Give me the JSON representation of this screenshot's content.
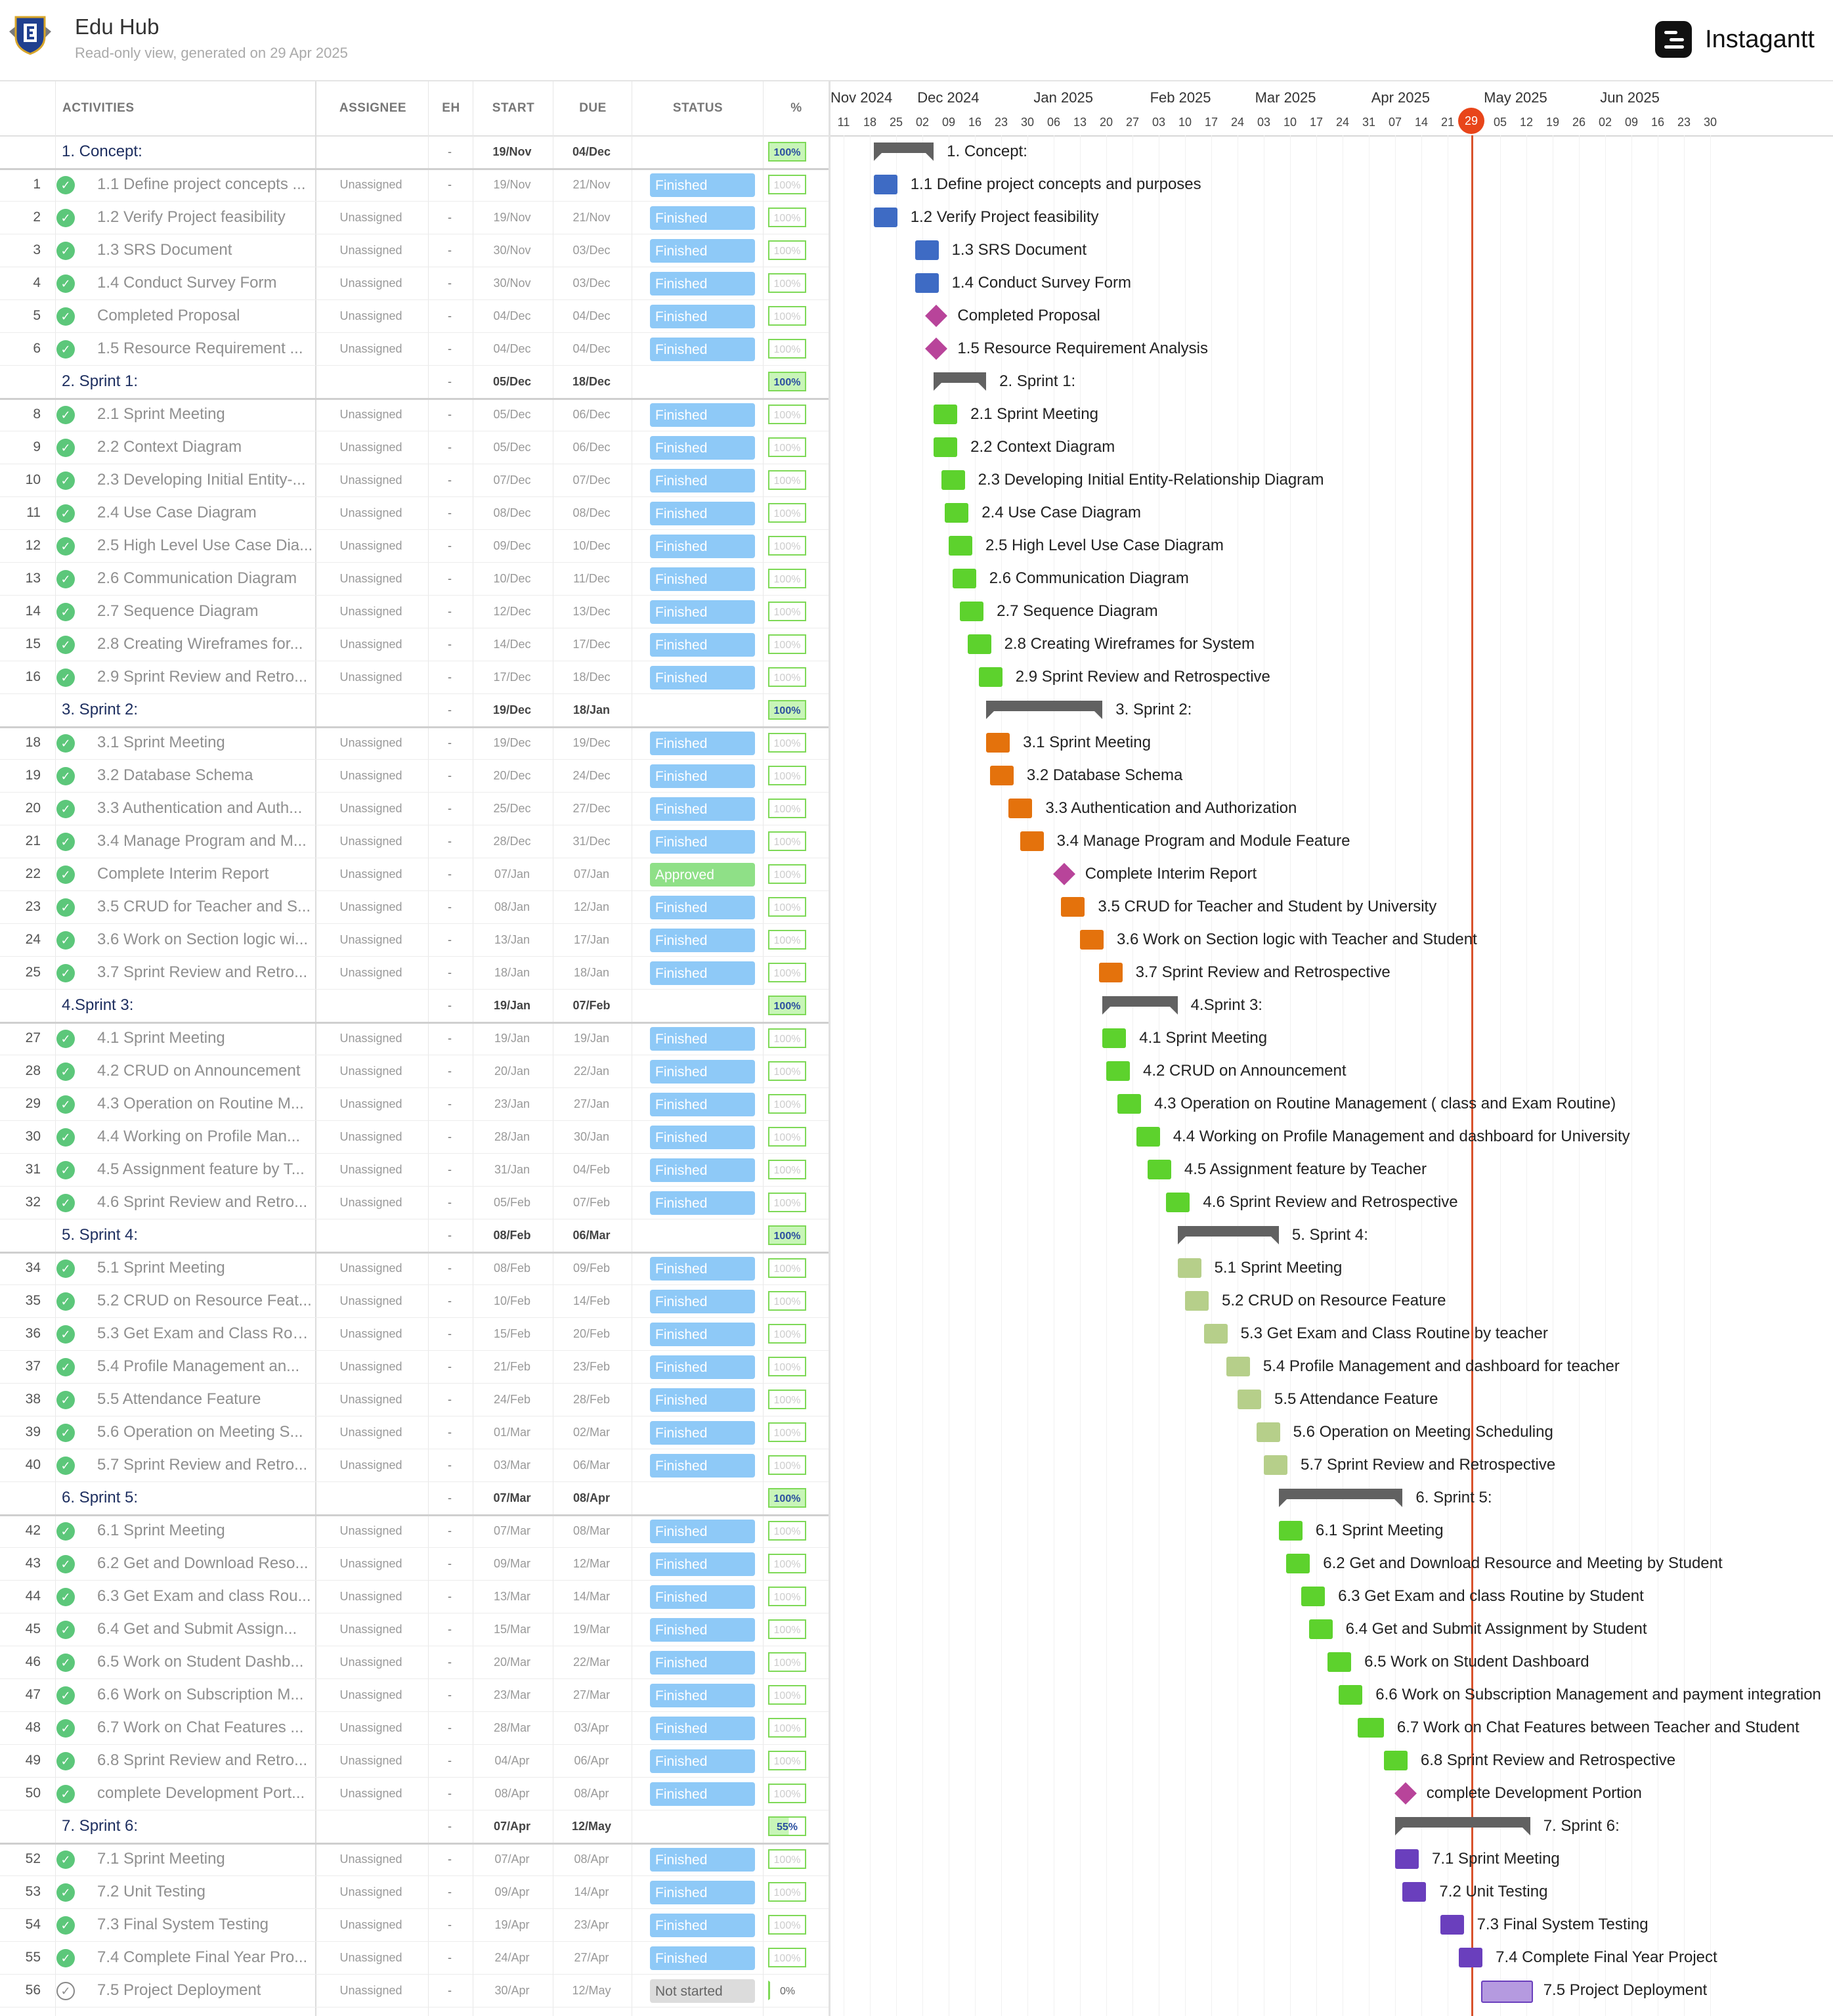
{
  "header": {
    "title": "Edu Hub",
    "subtitle": "Read-only view, generated on 29 Apr 2025",
    "brand": "Instagantt"
  },
  "columns": {
    "activities": "ACTIVITIES",
    "assignee": "ASSIGNEE",
    "eh": "EH",
    "start": "START",
    "due": "DUE",
    "status": "STATUS",
    "percent": "%"
  },
  "timeline": {
    "months": [
      "Nov 2024",
      "Dec 2024",
      "Jan 2025",
      "Feb 2025",
      "Mar 2025",
      "Apr 2025",
      "May 2025",
      "Jun 2025"
    ],
    "days": [
      "11",
      "18",
      "25",
      "02",
      "09",
      "16",
      "23",
      "30",
      "06",
      "13",
      "20",
      "27",
      "03",
      "10",
      "17",
      "24",
      "03",
      "10",
      "17",
      "24",
      "31",
      "07",
      "14",
      "21",
      "29",
      "05",
      "12",
      "19",
      "26",
      "02",
      "09",
      "16",
      "23",
      "30"
    ],
    "today": "29"
  },
  "colors": {
    "concept": "#3e6bc4",
    "sprint1": "#5dd22d",
    "sprint2": "#e4720c",
    "sprint3": "#5dd22d",
    "sprint4": "#b6cf8a",
    "sprint5": "#5dd22d",
    "sprint6": "#6a3fbd",
    "sprint6_pending": "#b59ae0",
    "milestone": "#b8449a",
    "today": "#d9532c",
    "status_finished": "#8ec9f7",
    "status_approved": "#8fe087",
    "status_not_started": "#dcdcdc"
  },
  "rows": [
    {
      "kind": "group",
      "name": "1. Concept:",
      "eh": "-",
      "start": "19/Nov",
      "due": "04/Dec",
      "percent": "100%",
      "bar": "1. Concept:"
    },
    {
      "kind": "task",
      "num": "1",
      "name": "1.1 Define project concepts ...",
      "assignee": "Unassigned",
      "eh": "-",
      "start": "19/Nov",
      "due": "21/Nov",
      "status": "Finished",
      "percent": "100%",
      "bar": "1.1 Define project concepts and purposes"
    },
    {
      "kind": "task",
      "num": "2",
      "name": "1.2 Verify Project feasibility",
      "assignee": "Unassigned",
      "eh": "-",
      "start": "19/Nov",
      "due": "21/Nov",
      "status": "Finished",
      "percent": "100%",
      "bar": "1.2 Verify Project feasibility"
    },
    {
      "kind": "task",
      "num": "3",
      "name": "1.3 SRS Document",
      "assignee": "Unassigned",
      "eh": "-",
      "start": "30/Nov",
      "due": "03/Dec",
      "status": "Finished",
      "percent": "100%",
      "bar": "1.3 SRS Document"
    },
    {
      "kind": "task",
      "num": "4",
      "name": "1.4 Conduct Survey Form",
      "assignee": "Unassigned",
      "eh": "-",
      "start": "30/Nov",
      "due": "03/Dec",
      "status": "Finished",
      "percent": "100%",
      "bar": "1.4 Conduct Survey Form"
    },
    {
      "kind": "milestone",
      "num": "5",
      "name": "Completed Proposal",
      "assignee": "Unassigned",
      "eh": "-",
      "start": "04/Dec",
      "due": "04/Dec",
      "status": "Finished",
      "percent": "100%",
      "bar": "Completed Proposal"
    },
    {
      "kind": "milestone",
      "num": "6",
      "name": "1.5 Resource Requirement ...",
      "assignee": "Unassigned",
      "eh": "-",
      "start": "04/Dec",
      "due": "04/Dec",
      "status": "Finished",
      "percent": "100%",
      "bar": "1.5 Resource Requirement Analysis"
    },
    {
      "kind": "group",
      "name": "2. Sprint 1:",
      "eh": "-",
      "start": "05/Dec",
      "due": "18/Dec",
      "percent": "100%",
      "bar": "2. Sprint 1:"
    },
    {
      "kind": "task",
      "num": "8",
      "name": "2.1 Sprint Meeting",
      "assignee": "Unassigned",
      "eh": "-",
      "start": "05/Dec",
      "due": "06/Dec",
      "status": "Finished",
      "percent": "100%",
      "bar": "2.1 Sprint Meeting"
    },
    {
      "kind": "task",
      "num": "9",
      "name": "2.2 Context Diagram",
      "assignee": "Unassigned",
      "eh": "-",
      "start": "05/Dec",
      "due": "06/Dec",
      "status": "Finished",
      "percent": "100%",
      "bar": "2.2 Context Diagram"
    },
    {
      "kind": "task",
      "num": "10",
      "name": "2.3 Developing Initial Entity-...",
      "assignee": "Unassigned",
      "eh": "-",
      "start": "07/Dec",
      "due": "07/Dec",
      "status": "Finished",
      "percent": "100%",
      "bar": "2.3 Developing Initial Entity-Relationship Diagram"
    },
    {
      "kind": "task",
      "num": "11",
      "name": "2.4 Use Case Diagram",
      "assignee": "Unassigned",
      "eh": "-",
      "start": "08/Dec",
      "due": "08/Dec",
      "status": "Finished",
      "percent": "100%",
      "bar": "2.4 Use Case Diagram"
    },
    {
      "kind": "task",
      "num": "12",
      "name": "2.5 High Level Use Case Dia...",
      "assignee": "Unassigned",
      "eh": "-",
      "start": "09/Dec",
      "due": "10/Dec",
      "status": "Finished",
      "percent": "100%",
      "bar": "2.5 High Level Use Case Diagram"
    },
    {
      "kind": "task",
      "num": "13",
      "name": "2.6 Communication Diagram",
      "assignee": "Unassigned",
      "eh": "-",
      "start": "10/Dec",
      "due": "11/Dec",
      "status": "Finished",
      "percent": "100%",
      "bar": "2.6 Communication Diagram"
    },
    {
      "kind": "task",
      "num": "14",
      "name": "2.7 Sequence Diagram",
      "assignee": "Unassigned",
      "eh": "-",
      "start": "12/Dec",
      "due": "13/Dec",
      "status": "Finished",
      "percent": "100%",
      "bar": "2.7 Sequence Diagram"
    },
    {
      "kind": "task",
      "num": "15",
      "name": "2.8 Creating Wireframes for...",
      "assignee": "Unassigned",
      "eh": "-",
      "start": "14/Dec",
      "due": "17/Dec",
      "status": "Finished",
      "percent": "100%",
      "bar": "2.8 Creating Wireframes for System"
    },
    {
      "kind": "task",
      "num": "16",
      "name": "2.9 Sprint Review and Retro...",
      "assignee": "Unassigned",
      "eh": "-",
      "start": "17/Dec",
      "due": "18/Dec",
      "status": "Finished",
      "percent": "100%",
      "bar": "2.9 Sprint Review and Retrospective"
    },
    {
      "kind": "group",
      "name": "3. Sprint 2:",
      "eh": "-",
      "start": "19/Dec",
      "due": "18/Jan",
      "percent": "100%",
      "bar": "3. Sprint 2:"
    },
    {
      "kind": "task",
      "num": "18",
      "name": "3.1 Sprint Meeting",
      "assignee": "Unassigned",
      "eh": "-",
      "start": "19/Dec",
      "due": "19/Dec",
      "status": "Finished",
      "percent": "100%",
      "bar": "3.1 Sprint Meeting"
    },
    {
      "kind": "task",
      "num": "19",
      "name": "3.2 Database Schema",
      "assignee": "Unassigned",
      "eh": "-",
      "start": "20/Dec",
      "due": "24/Dec",
      "status": "Finished",
      "percent": "100%",
      "bar": "3.2 Database Schema"
    },
    {
      "kind": "task",
      "num": "20",
      "name": "3.3 Authentication and Auth...",
      "assignee": "Unassigned",
      "eh": "-",
      "start": "25/Dec",
      "due": "27/Dec",
      "status": "Finished",
      "percent": "100%",
      "bar": "3.3 Authentication and Authorization"
    },
    {
      "kind": "task",
      "num": "21",
      "name": "3.4 Manage Program and M...",
      "assignee": "Unassigned",
      "eh": "-",
      "start": "28/Dec",
      "due": "31/Dec",
      "status": "Finished",
      "percent": "100%",
      "bar": "3.4 Manage Program and Module Feature"
    },
    {
      "kind": "milestone",
      "num": "22",
      "name": "Complete Interim Report",
      "assignee": "Unassigned",
      "eh": "-",
      "start": "07/Jan",
      "due": "07/Jan",
      "status": "Approved",
      "percent": "100%",
      "bar": "Complete Interim Report"
    },
    {
      "kind": "task",
      "num": "23",
      "name": "3.5 CRUD for Teacher and S...",
      "assignee": "Unassigned",
      "eh": "-",
      "start": "08/Jan",
      "due": "12/Jan",
      "status": "Finished",
      "percent": "100%",
      "bar": "3.5 CRUD for Teacher and Student by University"
    },
    {
      "kind": "task",
      "num": "24",
      "name": "3.6 Work on Section logic wi...",
      "assignee": "Unassigned",
      "eh": "-",
      "start": "13/Jan",
      "due": "17/Jan",
      "status": "Finished",
      "percent": "100%",
      "bar": "3.6 Work on Section logic with Teacher and Student"
    },
    {
      "kind": "task",
      "num": "25",
      "name": "3.7 Sprint Review and Retro...",
      "assignee": "Unassigned",
      "eh": "-",
      "start": "18/Jan",
      "due": "18/Jan",
      "status": "Finished",
      "percent": "100%",
      "bar": "3.7 Sprint Review and Retrospective"
    },
    {
      "kind": "group",
      "name": "4.Sprint 3:",
      "eh": "-",
      "start": "19/Jan",
      "due": "07/Feb",
      "percent": "100%",
      "bar": "4.Sprint 3:"
    },
    {
      "kind": "task",
      "num": "27",
      "name": "4.1 Sprint Meeting",
      "assignee": "Unassigned",
      "eh": "-",
      "start": "19/Jan",
      "due": "19/Jan",
      "status": "Finished",
      "percent": "100%",
      "bar": "4.1 Sprint Meeting"
    },
    {
      "kind": "task",
      "num": "28",
      "name": "4.2 CRUD on Announcement",
      "assignee": "Unassigned",
      "eh": "-",
      "start": "20/Jan",
      "due": "22/Jan",
      "status": "Finished",
      "percent": "100%",
      "bar": "4.2 CRUD on Announcement"
    },
    {
      "kind": "task",
      "num": "29",
      "name": "4.3 Operation on Routine M...",
      "assignee": "Unassigned",
      "eh": "-",
      "start": "23/Jan",
      "due": "27/Jan",
      "status": "Finished",
      "percent": "100%",
      "bar": "4.3 Operation on Routine Management ( class and Exam Routine)"
    },
    {
      "kind": "task",
      "num": "30",
      "name": "4.4 Working on Profile Man...",
      "assignee": "Unassigned",
      "eh": "-",
      "start": "28/Jan",
      "due": "30/Jan",
      "status": "Finished",
      "percent": "100%",
      "bar": "4.4 Working on Profile Management and dashboard for University"
    },
    {
      "kind": "task",
      "num": "31",
      "name": "4.5 Assignment feature by T...",
      "assignee": "Unassigned",
      "eh": "-",
      "start": "31/Jan",
      "due": "04/Feb",
      "status": "Finished",
      "percent": "100%",
      "bar": "4.5 Assignment feature by Teacher"
    },
    {
      "kind": "task",
      "num": "32",
      "name": "4.6 Sprint Review and Retro...",
      "assignee": "Unassigned",
      "eh": "-",
      "start": "05/Feb",
      "due": "07/Feb",
      "status": "Finished",
      "percent": "100%",
      "bar": "4.6 Sprint Review and Retrospective"
    },
    {
      "kind": "group",
      "name": "5. Sprint 4:",
      "eh": "-",
      "start": "08/Feb",
      "due": "06/Mar",
      "percent": "100%",
      "bar": "5. Sprint 4:"
    },
    {
      "kind": "task",
      "num": "34",
      "name": "5.1 Sprint Meeting",
      "assignee": "Unassigned",
      "eh": "-",
      "start": "08/Feb",
      "due": "09/Feb",
      "status": "Finished",
      "percent": "100%",
      "bar": "5.1 Sprint Meeting"
    },
    {
      "kind": "task",
      "num": "35",
      "name": "5.2 CRUD on Resource Feat...",
      "assignee": "Unassigned",
      "eh": "-",
      "start": "10/Feb",
      "due": "14/Feb",
      "status": "Finished",
      "percent": "100%",
      "bar": "5.2 CRUD on Resource Feature"
    },
    {
      "kind": "task",
      "num": "36",
      "name": "5.3 Get Exam and Class Rou...",
      "assignee": "Unassigned",
      "eh": "-",
      "start": "15/Feb",
      "due": "20/Feb",
      "status": "Finished",
      "percent": "100%",
      "bar": "5.3 Get Exam and Class Routine by teacher"
    },
    {
      "kind": "task",
      "num": "37",
      "name": "5.4 Profile Management an...",
      "assignee": "Unassigned",
      "eh": "-",
      "start": "21/Feb",
      "due": "23/Feb",
      "status": "Finished",
      "percent": "100%",
      "bar": "5.4 Profile Management and dashboard for teacher"
    },
    {
      "kind": "task",
      "num": "38",
      "name": "5.5 Attendance Feature",
      "assignee": "Unassigned",
      "eh": "-",
      "start": "24/Feb",
      "due": "28/Feb",
      "status": "Finished",
      "percent": "100%",
      "bar": "5.5 Attendance Feature"
    },
    {
      "kind": "task",
      "num": "39",
      "name": "5.6 Operation on Meeting S...",
      "assignee": "Unassigned",
      "eh": "-",
      "start": "01/Mar",
      "due": "02/Mar",
      "status": "Finished",
      "percent": "100%",
      "bar": "5.6 Operation on Meeting Scheduling"
    },
    {
      "kind": "task",
      "num": "40",
      "name": "5.7 Sprint Review and Retro...",
      "assignee": "Unassigned",
      "eh": "-",
      "start": "03/Mar",
      "due": "06/Mar",
      "status": "Finished",
      "percent": "100%",
      "bar": "5.7 Sprint Review and Retrospective"
    },
    {
      "kind": "group",
      "name": "6. Sprint 5:",
      "eh": "-",
      "start": "07/Mar",
      "due": "08/Apr",
      "percent": "100%",
      "bar": "6. Sprint 5:"
    },
    {
      "kind": "task",
      "num": "42",
      "name": "6.1 Sprint Meeting",
      "assignee": "Unassigned",
      "eh": "-",
      "start": "07/Mar",
      "due": "08/Mar",
      "status": "Finished",
      "percent": "100%",
      "bar": "6.1 Sprint Meeting"
    },
    {
      "kind": "task",
      "num": "43",
      "name": "6.2 Get and Download Reso...",
      "assignee": "Unassigned",
      "eh": "-",
      "start": "09/Mar",
      "due": "12/Mar",
      "status": "Finished",
      "percent": "100%",
      "bar": "6.2 Get and Download Resource and Meeting by Student"
    },
    {
      "kind": "task",
      "num": "44",
      "name": "6.3 Get Exam and class Rou...",
      "assignee": "Unassigned",
      "eh": "-",
      "start": "13/Mar",
      "due": "14/Mar",
      "status": "Finished",
      "percent": "100%",
      "bar": "6.3 Get Exam and class Routine by Student"
    },
    {
      "kind": "task",
      "num": "45",
      "name": "6.4 Get and Submit Assign...",
      "assignee": "Unassigned",
      "eh": "-",
      "start": "15/Mar",
      "due": "19/Mar",
      "status": "Finished",
      "percent": "100%",
      "bar": "6.4 Get and Submit Assignment by Student"
    },
    {
      "kind": "task",
      "num": "46",
      "name": "6.5 Work on Student Dashb...",
      "assignee": "Unassigned",
      "eh": "-",
      "start": "20/Mar",
      "due": "22/Mar",
      "status": "Finished",
      "percent": "100%",
      "bar": "6.5 Work on Student Dashboard"
    },
    {
      "kind": "task",
      "num": "47",
      "name": "6.6 Work on Subscription M...",
      "assignee": "Unassigned",
      "eh": "-",
      "start": "23/Mar",
      "due": "27/Mar",
      "status": "Finished",
      "percent": "100%",
      "bar": "6.6 Work on Subscription Management and payment integration"
    },
    {
      "kind": "task",
      "num": "48",
      "name": "6.7 Work on Chat Features ...",
      "assignee": "Unassigned",
      "eh": "-",
      "start": "28/Mar",
      "due": "03/Apr",
      "status": "Finished",
      "percent": "100%",
      "bar": "6.7 Work on Chat Features between Teacher and Student"
    },
    {
      "kind": "task",
      "num": "49",
      "name": "6.8 Sprint Review and Retro...",
      "assignee": "Unassigned",
      "eh": "-",
      "start": "04/Apr",
      "due": "06/Apr",
      "status": "Finished",
      "percent": "100%",
      "bar": "6.8 Sprint Review and Retrospective"
    },
    {
      "kind": "milestone",
      "num": "50",
      "name": "complete Development Port...",
      "assignee": "Unassigned",
      "eh": "-",
      "start": "08/Apr",
      "due": "08/Apr",
      "status": "Finished",
      "percent": "100%",
      "bar": "complete Development Portion"
    },
    {
      "kind": "group",
      "name": "7. Sprint 6:",
      "eh": "-",
      "start": "07/Apr",
      "due": "12/May",
      "percent": "55%",
      "bar": "7. Sprint 6:"
    },
    {
      "kind": "task",
      "num": "52",
      "name": "7.1 Sprint Meeting",
      "assignee": "Unassigned",
      "eh": "-",
      "start": "07/Apr",
      "due": "08/Apr",
      "status": "Finished",
      "percent": "100%",
      "bar": "7.1 Sprint Meeting"
    },
    {
      "kind": "task",
      "num": "53",
      "name": "7.2 Unit Testing",
      "assignee": "Unassigned",
      "eh": "-",
      "start": "09/Apr",
      "due": "14/Apr",
      "status": "Finished",
      "percent": "100%",
      "bar": "7.2 Unit Testing"
    },
    {
      "kind": "task",
      "num": "54",
      "name": "7.3 Final System Testing",
      "assignee": "Unassigned",
      "eh": "-",
      "start": "19/Apr",
      "due": "23/Apr",
      "status": "Finished",
      "percent": "100%",
      "bar": "7.3 Final System Testing"
    },
    {
      "kind": "task",
      "num": "55",
      "name": "7.4 Complete Final Year Pro...",
      "assignee": "Unassigned",
      "eh": "-",
      "start": "24/Apr",
      "due": "27/Apr",
      "status": "Finished",
      "percent": "100%",
      "bar": "7.4 Complete Final Year Project"
    },
    {
      "kind": "task",
      "num": "56",
      "name": "7.5 Project Deployment",
      "assignee": "Unassigned",
      "eh": "-",
      "start": "30/Apr",
      "due": "12/May",
      "status": "Not started",
      "percent": "0%",
      "bar": "7.5 Project Deployment"
    }
  ]
}
